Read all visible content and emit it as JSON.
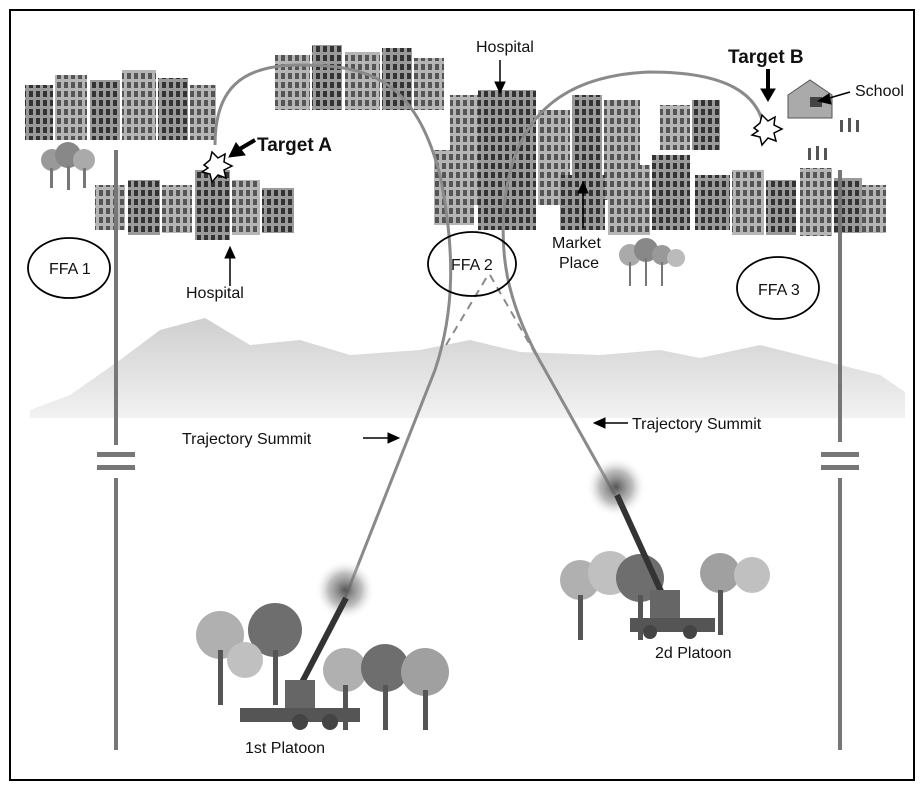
{
  "labels": {
    "target_a": "Target A",
    "target_b": "Target B",
    "hospital_left": "Hospital",
    "hospital_top": "Hospital",
    "school": "School",
    "market_1": "Market",
    "market_2": "Place",
    "ffa1": "FFA 1",
    "ffa2": "FFA 2",
    "ffa3": "FFA 3",
    "summit_left": "Trajectory Summit",
    "summit_right": "Trajectory Summit",
    "platoon_1": "1st Platoon",
    "platoon_2": "2d Platoon"
  },
  "colors": {
    "building": "#8c8c8c",
    "building_dark": "#3f3f3f",
    "tree": "#9a9a9a",
    "mountain": "#dcdcdc",
    "trajectory": "#8a8a8a"
  }
}
